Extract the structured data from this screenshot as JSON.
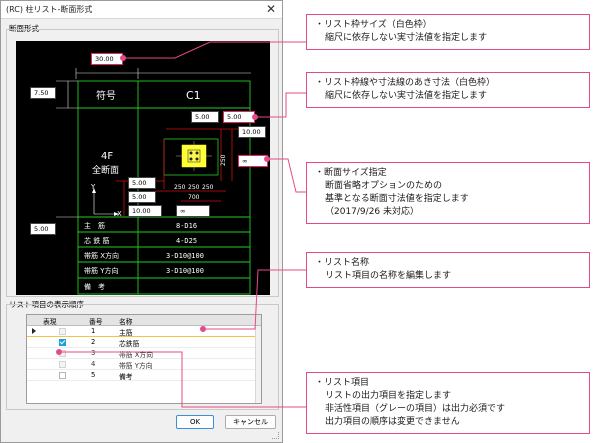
{
  "window": {
    "title": "(RC) 柱リスト-断面形式",
    "close_icon": "✕"
  },
  "section_group": {
    "label": "断面形式"
  },
  "canvas": {
    "header_symbol": "符号",
    "header_name": "C1",
    "floor": "4F",
    "section_label": "全断面",
    "axis_y": "Y",
    "axis_x": "X",
    "dims_small": [
      "250",
      "250",
      "250",
      "250"
    ],
    "dim_total": "700",
    "item_rows": [
      {
        "label": "主　筋",
        "value": "8-D16"
      },
      {
        "label": "芯 鉄 筋",
        "value": "4-D25"
      },
      {
        "label": "帯筋 X方向",
        "value": "3-D10@100"
      },
      {
        "label": "帯筋 Y方向",
        "value": "3-D10@100"
      },
      {
        "label": "備　考",
        "value": ""
      }
    ]
  },
  "inputs": {
    "list_width": "30.00",
    "row_height": "7.50",
    "gap_top_left": "5.00",
    "gap_top_right": "5.00",
    "gap_right": "10.00",
    "section_size": "∞",
    "left_a": "5.00",
    "left_b": "5.00",
    "left_c": "10.00",
    "left_size": "∞",
    "bottom_left": "5.00"
  },
  "order_group": {
    "label": "リスト項目の表示順序",
    "columns": [
      "表現",
      "番号",
      "名称"
    ],
    "rows": [
      {
        "num": "1",
        "name": "主筋",
        "checked": false,
        "disabled": true,
        "current": true
      },
      {
        "num": "2",
        "name": "芯鉄筋",
        "checked": true,
        "disabled": false,
        "current": false
      },
      {
        "num": "3",
        "name": "帯筋 X方向",
        "checked": false,
        "disabled": true,
        "current": false
      },
      {
        "num": "4",
        "name": "帯筋 Y方向",
        "checked": false,
        "disabled": true,
        "current": false
      },
      {
        "num": "5",
        "name": "備考",
        "checked": false,
        "disabled": false,
        "current": false
      }
    ]
  },
  "buttons": {
    "ok": "OK",
    "cancel": "キャンセル"
  },
  "callouts": {
    "list_frame_size": [
      "・リスト枠サイズ（白色枠）",
      "縮尺に依存しない実寸法値を指定します"
    ],
    "gap_size": [
      "・リスト枠線や寸法線のあき寸法（白色枠）",
      "縮尺に依存しない実寸法値を指定します"
    ],
    "section_size": [
      "・断面サイズ指定",
      "断面省略オプションのための",
      "基準となる断面寸法値を指定します",
      "（2017/9/26 未対応）"
    ],
    "list_name": [
      "・リスト名称",
      "リスト項目の名称を編集します"
    ],
    "list_item": [
      "・リスト項目",
      "リストの出力項目を指定します",
      "非活性項目（グレーの項目）は出力必須です",
      "出力項目の順序は変更できません"
    ]
  },
  "colors": {
    "accent": "#e44a8a",
    "drawing_bg": "#000000",
    "frame_line": "#22cc22",
    "dim_line": "#cc1111",
    "check_on": "#1b9fdb"
  }
}
